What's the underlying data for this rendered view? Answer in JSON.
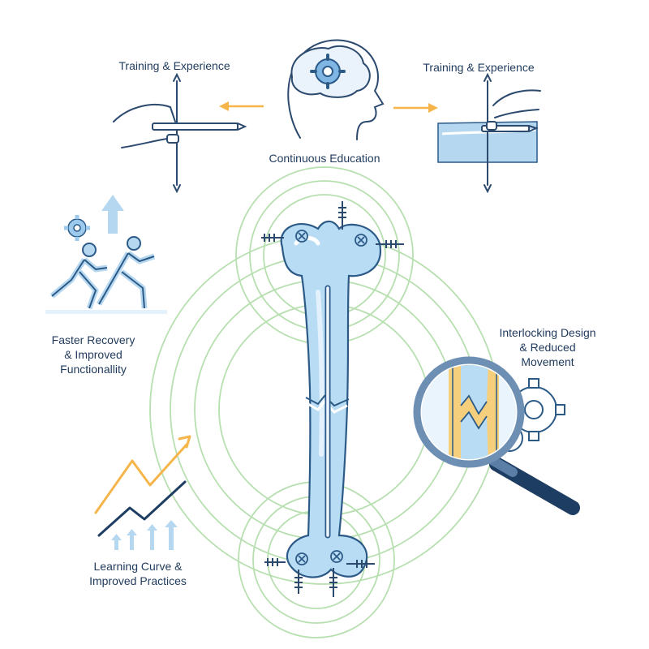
{
  "labels": {
    "training_left": "Training & Experience",
    "training_right": "Training & Experience",
    "continuous_education": "Continuous Education",
    "faster_recovery": [
      "Faster Recovery",
      "& Improved",
      "Functionallity"
    ],
    "interlocking": [
      "Interlocking Design",
      "& Reduced",
      "Movement"
    ],
    "learning_curve": [
      "Learning Curve &",
      "Improved Practices"
    ]
  },
  "colors": {
    "bone_fill": "#b9dcf5",
    "bone_stroke": "#2c5a87",
    "ink": "#1f3a5c",
    "accent_orange": "#f5b54a",
    "ring_green": "#b7dfb0",
    "light_blue": "#b6d7f0",
    "navy_handle": "#1e3d63"
  },
  "icons": [
    "brain-gear-head-icon",
    "nail-in-hand-icon",
    "nail-in-bone-icon",
    "arrow-left-icon",
    "arrow-right-icon",
    "gear-icon",
    "up-arrow-icon",
    "running-people-icon",
    "magnifier-icon",
    "growth-chart-icon"
  ]
}
